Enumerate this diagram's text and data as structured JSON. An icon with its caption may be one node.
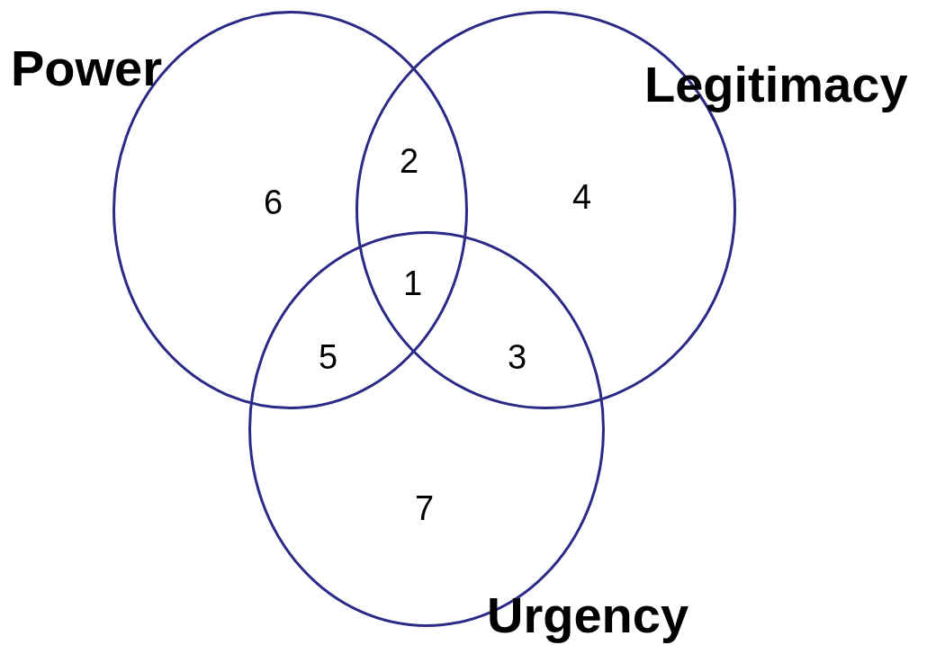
{
  "diagram": {
    "nodes": [
      {
        "text": [
          "Power"
        ]
      },
      {
        "text": [
          "Legitimacy"
        ]
      },
      {
        "text": [
          "Urgency"
        ]
      }
    ],
    "labels": [
      "2",
      "6",
      "4",
      "1",
      "5",
      "3",
      "7"
    ]
  }
}
